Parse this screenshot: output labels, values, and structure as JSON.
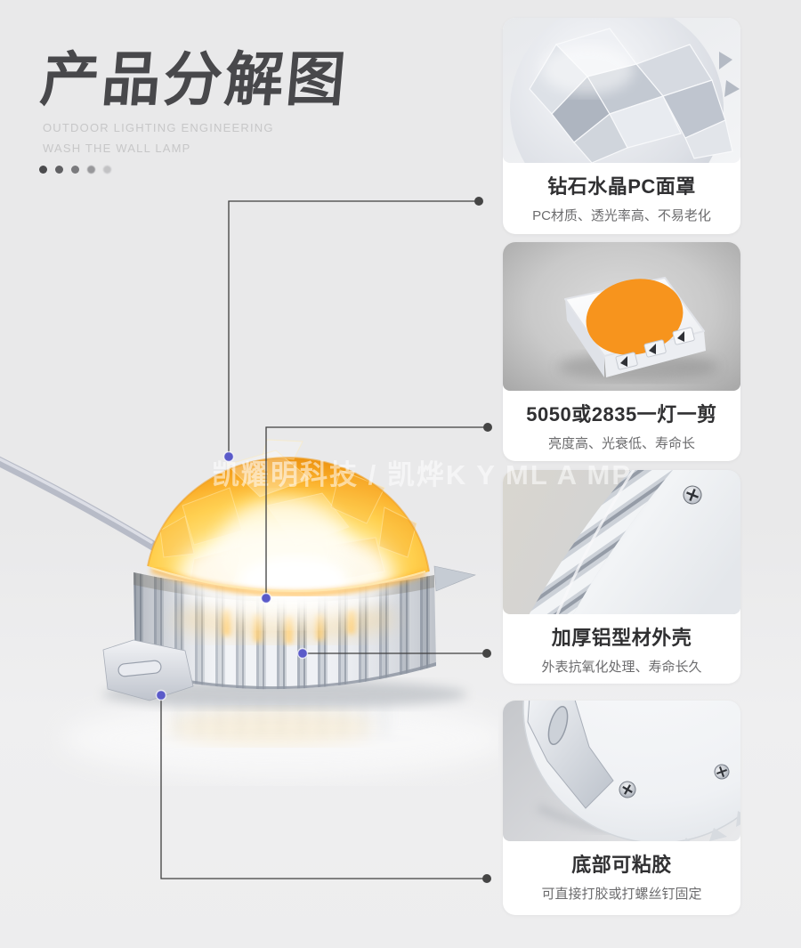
{
  "header": {
    "title": "产品分解图",
    "subtitle_line1": "OUTDOOR LIGHTING ENGINEERING",
    "subtitle_line2": "WASH THE WALL LAMP",
    "progress_dot_count": 5
  },
  "watermark": {
    "text": "凯耀明科技 / 凯烨K Y ML A MP"
  },
  "product": {
    "description_image": "led-point-light-amber-dome-with-finned-aluminum-base-and-cable"
  },
  "cards": [
    {
      "image": "diamond-crystal-pc-cover-photo",
      "title": "钻石水晶PC面罩",
      "subtitle": "PC材质、透光率高、不易老化"
    },
    {
      "image": "smd-led-chip-photo",
      "title": "5050或2835一灯一剪",
      "subtitle": "亮度高、光衰低、寿命长"
    },
    {
      "image": "aluminum-housing-photo",
      "title": "加厚铝型材外壳",
      "subtitle": "外表抗氧化处理、寿命长久"
    },
    {
      "image": "lamp-bottom-photo",
      "title": "底部可粘胶",
      "subtitle": "可直接打胶或打螺丝钉固定"
    }
  ],
  "colors": {
    "background": "#e9e9ea",
    "card_background": "#ffffff",
    "title_text": "#48484b",
    "subtitle_text": "#c7c7c8",
    "card_title_text": "#303032",
    "card_subtitle_text": "#6b6b6d",
    "dome_amber": "#f7a524",
    "led_orange": "#f7941d",
    "connector_line": "#3f3f3f",
    "connector_dot_dark": "#454545",
    "connector_dot_accent": "#5a5ac9"
  }
}
